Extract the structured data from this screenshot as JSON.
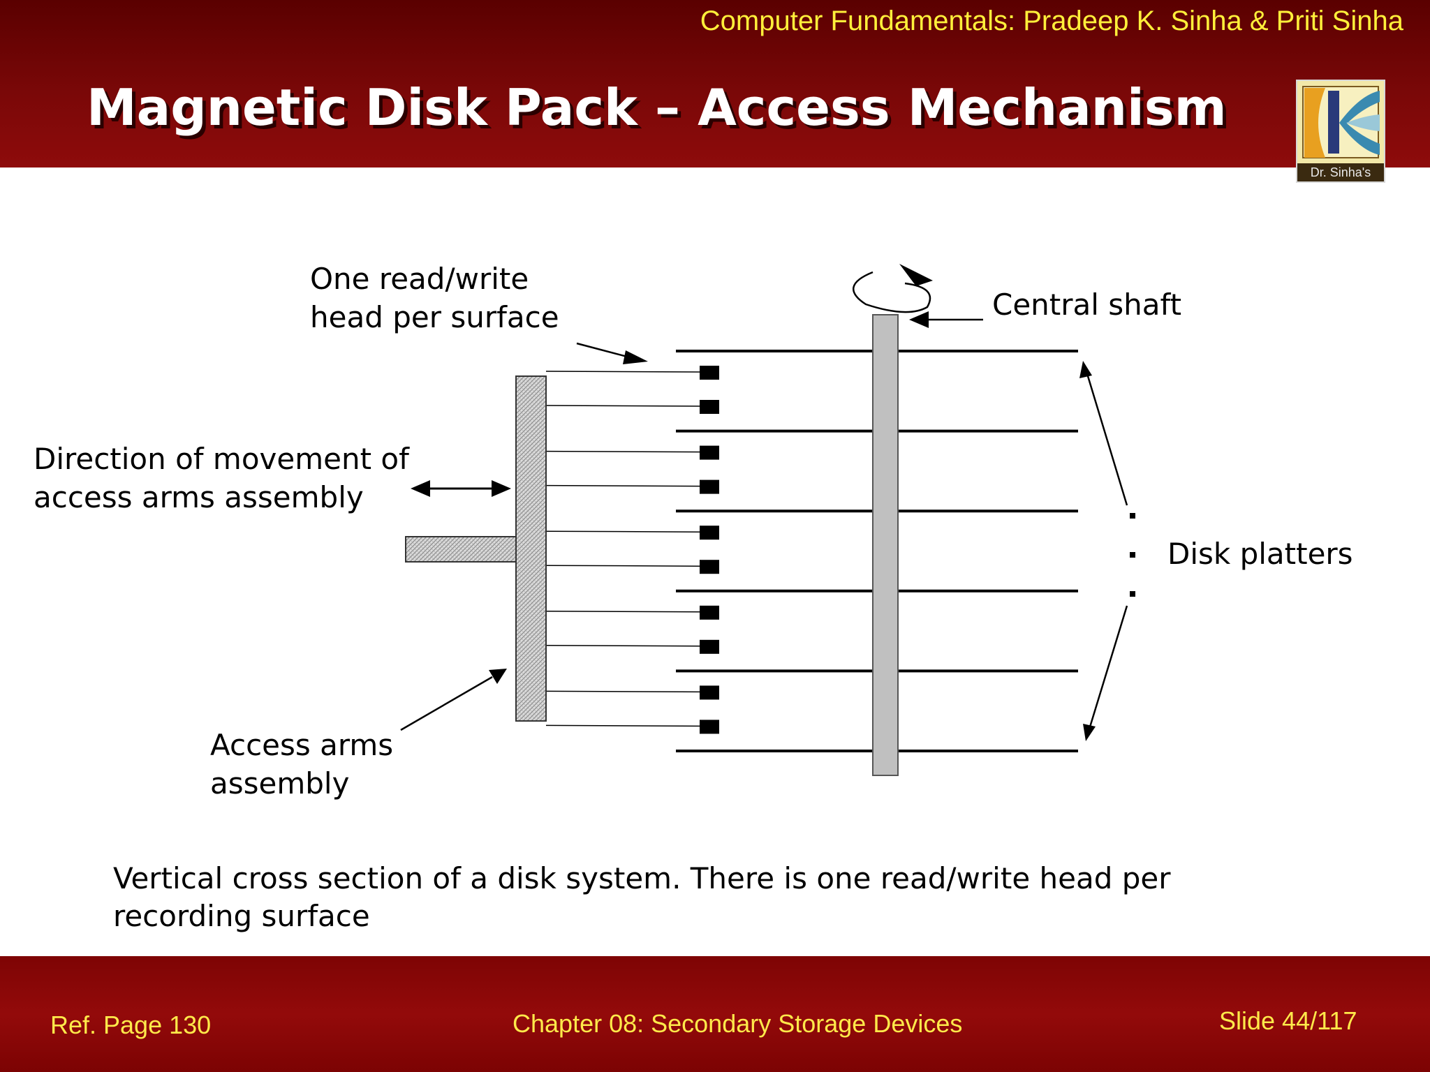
{
  "header": {
    "credit": "Computer Fundamentals: Pradeep K. Sinha & Priti Sinha",
    "title": "Magnetic Disk Pack – Access Mechanism",
    "logo_text": "Dr. Sinha's"
  },
  "diagram": {
    "label_heads": [
      "One read/write",
      "head per surface"
    ],
    "label_shaft": "Central shaft",
    "label_direction": [
      "Direction of movement of",
      "access arms assembly"
    ],
    "label_platters": "Disk platters",
    "label_arms": [
      "Access arms",
      "assembly"
    ],
    "platter_count": 6,
    "head_count": 10
  },
  "caption": "Vertical cross section of a disk system. There is one read/write head per recording surface",
  "footer": {
    "ref": "Ref. Page  130",
    "chapter": "Chapter 08: Secondary Storage Devices",
    "slide": "Slide 44/117"
  },
  "colors": {
    "header_bg": "#6e0505",
    "accent_yellow": "#ffef3a",
    "shaft_gray": "#c0c0c0"
  }
}
